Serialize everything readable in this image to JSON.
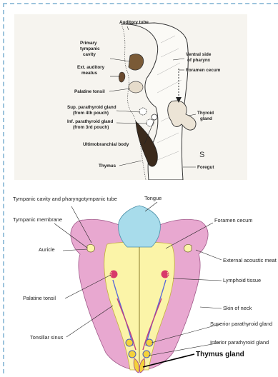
{
  "top_diagram": {
    "labels": {
      "auditory_tube": "Auditory tube",
      "primary_tympanic_cavity_1": "Primary",
      "primary_tympanic_cavity_2": "tympanic",
      "primary_tympanic_cavity_3": "cavity",
      "ventral_side_1": "Ventral side",
      "ventral_side_2": "of pharynx",
      "ext_auditory_1": "Ext. auditory",
      "ext_auditory_2": "meatus",
      "foramen_cecum": "Foramen cecum",
      "palatine_tonsil": "Palatine tonsil",
      "sup_parathyroid_1": "Sup. parathyroid gland",
      "sup_parathyroid_2": "(from 4th pouch)",
      "inf_parathyroid_1": "Inf. parathyroid gland",
      "inf_parathyroid_2": "(from 3rd pouch)",
      "thyroid_1": "Thyroid",
      "thyroid_2": "gland",
      "ultimobranchial": "Ultimobranchial body",
      "thymus": "Thymus",
      "foregut": "Foregut"
    }
  },
  "bottom_diagram": {
    "labels": {
      "tympanic_cavity": "Tympanic cavity and pharyngotympanic tube",
      "tongue": "Tongue",
      "tympanic_membrane": "Tympanic membrane",
      "foramen_cecum": "Foramen cecum",
      "auricle": "Auricle",
      "external_acoustic": "External acoustic meat",
      "lymphoid_tissue": "Lymphoid tissue",
      "palatine_tonsil": "Palatine tonsil",
      "skin_of_neck": "Skin of neck",
      "superior_parathyroid": "Superior parathyroid gland",
      "tonsillar_sinus": "Tonsillar sinus",
      "inferior_parathyroid": "Inferior parathyroid gland",
      "thymus_gland": "Thymus gland"
    }
  },
  "colors": {
    "pink": "#e8a8d0",
    "yellow": "#fbf4a8",
    "blue": "#a8dceb",
    "red": "#d83a6a",
    "border": "#9cc3dc"
  }
}
